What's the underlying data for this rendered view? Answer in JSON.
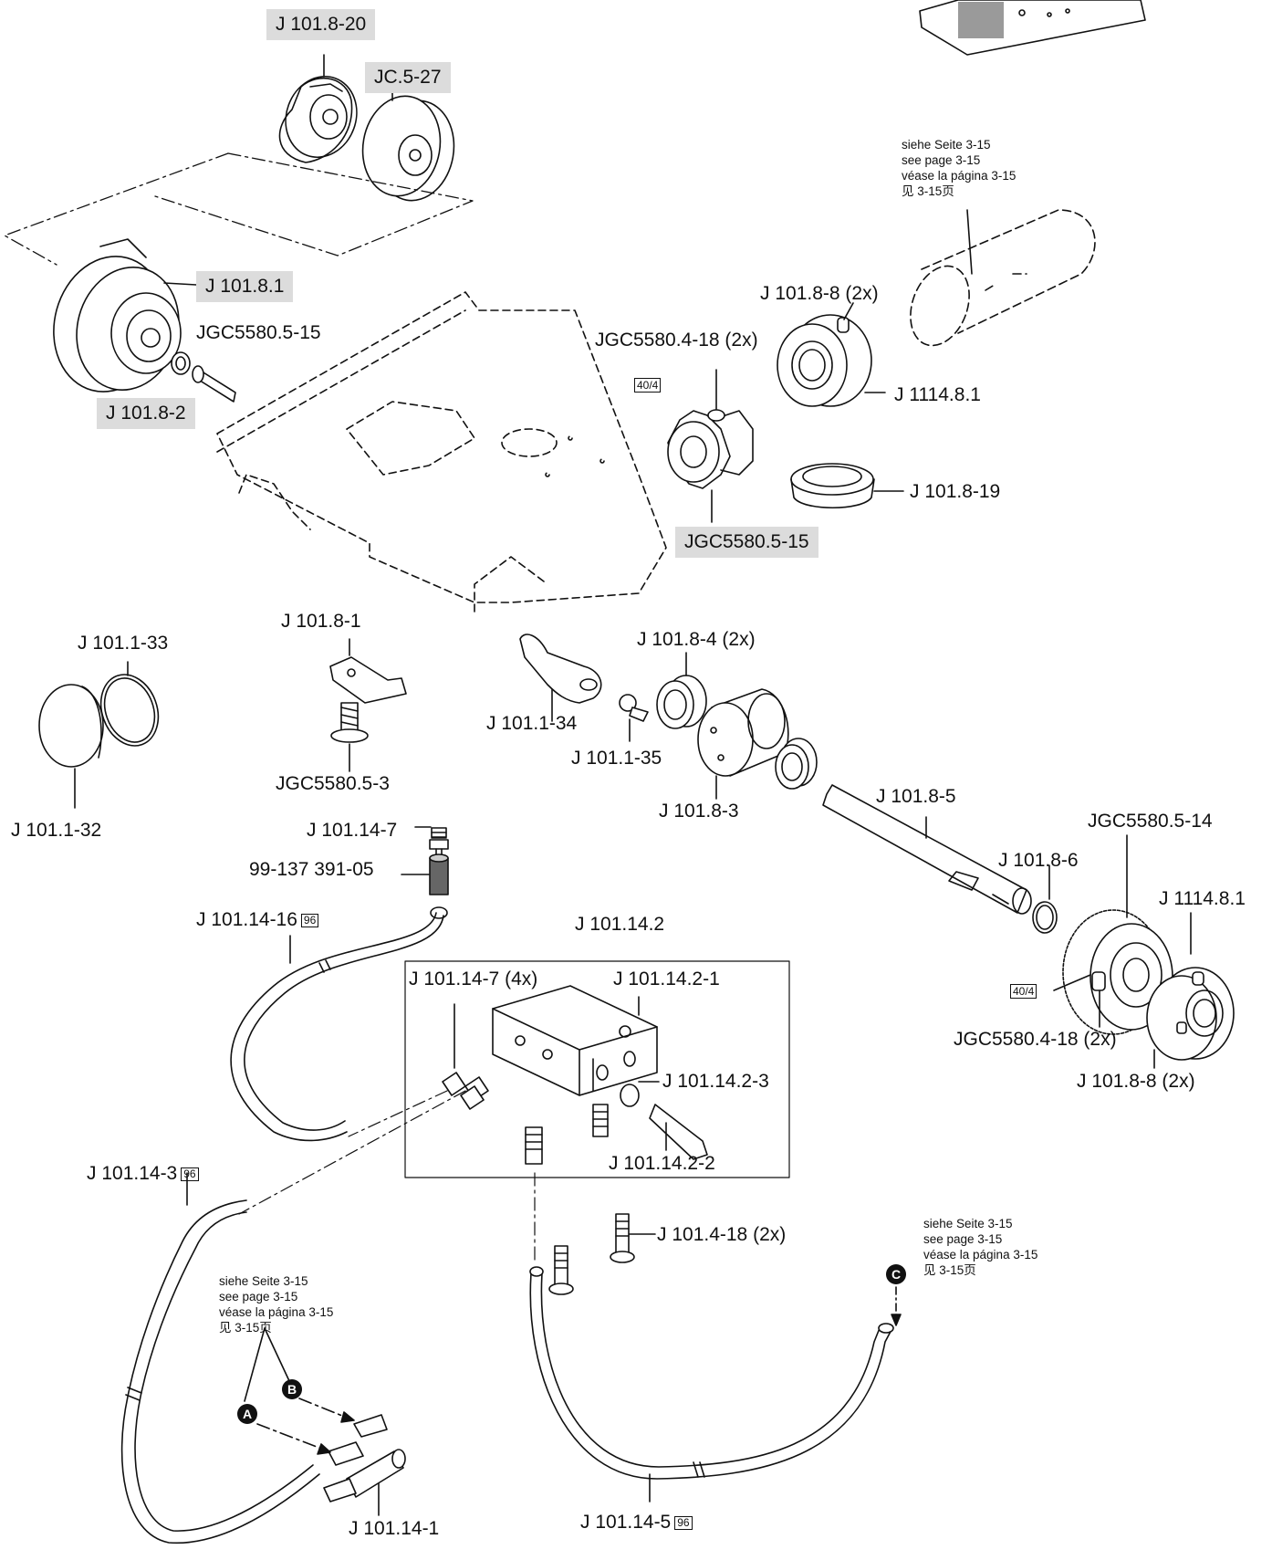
{
  "labels": {
    "j101_8_20": "J 101.8-20",
    "jc5_27": "JC.5-27",
    "j101_8_1": "J 101.8.1",
    "jgc5580_5_15_top": "JGC5580.5-15",
    "j101_8_2": "J 101.8-2",
    "j101_8_8_top": "J 101.8-8 (2x)",
    "jgc5580_4_18_top": "JGC5580.4-18 (2x)",
    "j1114_8_1_top": "J 1114.8.1",
    "j101_8_19": "J 101.8-19",
    "jgc5580_5_15_mid": "JGC5580.5-15",
    "j101_1_33": "J 101.1-33",
    "j101_8_1_plate": "J 101.8-1",
    "j101_8_4": "J 101.8-4 (2x)",
    "j101_1_34": "J 101.1-34",
    "j101_1_35": "J 101.1-35",
    "jgc5580_5_3": "JGC5580.5-3",
    "j101_8_3": "J 101.8-3",
    "j101_8_5": "J 101.8-5",
    "j101_1_32": "J 101.1-32",
    "j101_14_7": "J 101.14-7",
    "jgc5580_5_14": "JGC5580.5-14",
    "p99_137": "99-137 391-05",
    "j101_8_6": "J 101.8-6",
    "j1114_8_1_right": "J 1114.8.1",
    "j101_14_16": "J 101.14-16",
    "j101_14_2": "J 101.14.2",
    "j101_14_7_4x": "J 101.14-7 (4x)",
    "j101_14_2_1": "J 101.14.2-1",
    "jgc5580_4_18_right": "JGC5580.4-18 (2x)",
    "j101_14_2_3": "J 101.14.2-3",
    "j101_8_8_right": "J 101.8-8 (2x)",
    "j101_14_2_2": "J 101.14.2-2",
    "j101_14_3": "J 101.14-3",
    "j101_4_18": "J 101.4-18 (2x)",
    "j101_14_1": "J 101.14-1",
    "j101_14_5": "J 101.14-5"
  },
  "refs": {
    "r40_4_top": "40/4",
    "r40_4_right": "40/4",
    "r96_a": "96",
    "r96_b": "96",
    "r96_c": "96"
  },
  "notes": {
    "n1_de": "siehe Seite 3-15",
    "n1_en": "see page 3-15",
    "n1_es": "véase la página 3-15",
    "n1_zh": "见 3-15页",
    "n2_de": "siehe Seite 3-15",
    "n2_en": "see page 3-15",
    "n2_es": "véase la página 3-15",
    "n2_zh": "见 3-15页",
    "n3_de": "siehe Seite 3-15",
    "n3_en": "see page 3-15",
    "n3_es": "véase la página 3-15",
    "n3_zh": "见 3-15页"
  },
  "markers": {
    "a": "A",
    "b": "B",
    "c": "C"
  },
  "colors": {
    "highlight": "#dcdcdc",
    "ink": "#111111"
  }
}
